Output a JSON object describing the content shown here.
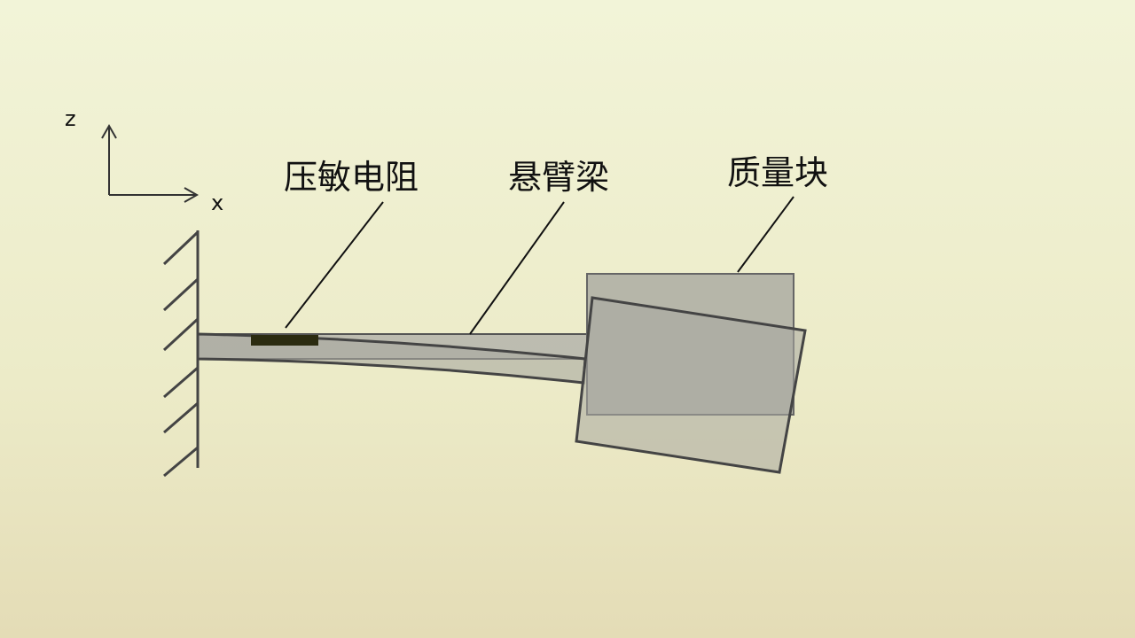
{
  "axes": {
    "z_label": "z",
    "x_label": "x"
  },
  "labels": {
    "resistor": "压敏电阻",
    "beam": "悬臂梁",
    "mass": "质量块"
  },
  "colors": {
    "line": "#222222",
    "fill": "#a8a8a0",
    "resistor": "#2b2b10"
  }
}
